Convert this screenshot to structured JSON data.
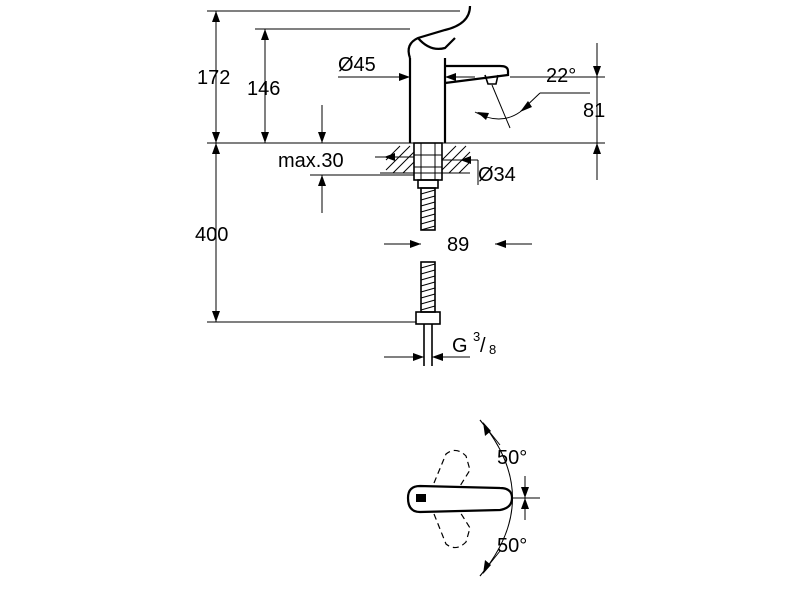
{
  "diagram": {
    "dimensions": {
      "total_height": "172",
      "spout_height": "146",
      "body_diameter": "Ø45",
      "spout_angle": "22°",
      "spout_clearance": "81",
      "max_thickness": "max.30",
      "hole_diameter": "Ø34",
      "hose_length": "400",
      "spout_reach": "89",
      "thread_main": "G",
      "thread_num": "3",
      "thread_den": "8"
    },
    "top_view": {
      "lever_angle_up": "50°",
      "lever_angle_down": "50°"
    }
  }
}
